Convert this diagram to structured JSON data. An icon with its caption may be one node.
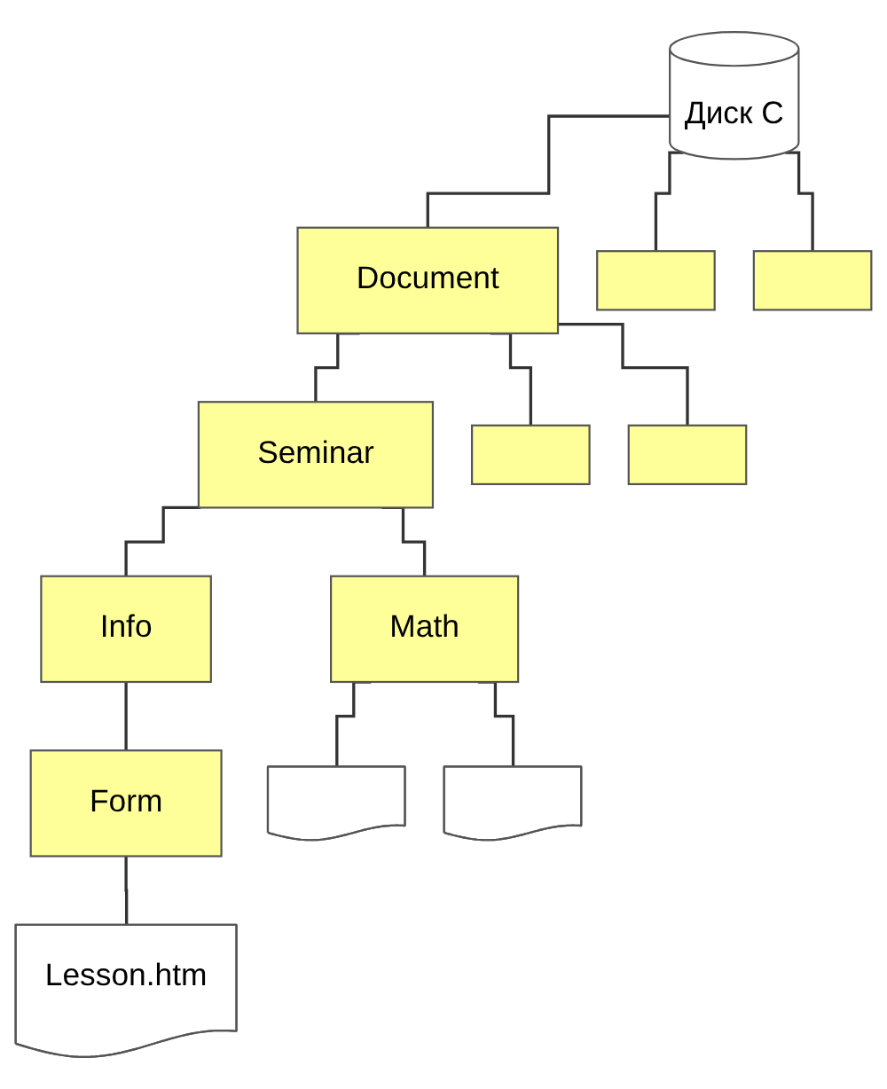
{
  "diagram": {
    "nodes": [
      {
        "text": [
          "Диск С"
        ]
      },
      {
        "text": [
          "Document"
        ]
      },
      {
        "text": [],
        "shape": "folder"
      },
      {
        "text": [],
        "shape": "folder"
      },
      {
        "text": [
          "Seminar"
        ]
      },
      {
        "text": [],
        "shape": "folder"
      },
      {
        "text": [],
        "shape": "folder"
      },
      {
        "text": [
          "Math"
        ]
      },
      {
        "text": [
          "Info"
        ]
      },
      {
        "text": [
          "Form"
        ]
      },
      {
        "text": [],
        "shape": "document"
      },
      {
        "text": [],
        "shape": "document"
      },
      {
        "text": [
          "Lesson.htm"
        ]
      }
    ],
    "edges": [
      {
        "from": 0,
        "to": 1,
        "arrow": "none"
      },
      {
        "from": 0,
        "to": 2,
        "arrow": "none"
      },
      {
        "from": 0,
        "to": 3,
        "arrow": "none"
      },
      {
        "from": 1,
        "to": 4,
        "arrow": "none"
      },
      {
        "from": 1,
        "to": 5,
        "arrow": "none"
      },
      {
        "from": 1,
        "to": 6,
        "arrow": "none"
      },
      {
        "from": 4,
        "to": 7,
        "arrow": "none"
      },
      {
        "from": 4,
        "to": 8,
        "arrow": "none"
      },
      {
        "from": 8,
        "to": 9,
        "arrow": "none"
      },
      {
        "from": 7,
        "to": 10,
        "arrow": "none"
      },
      {
        "from": 7,
        "to": 11,
        "arrow": "none"
      },
      {
        "from": 9,
        "to": 12,
        "arrow": "none"
      }
    ]
  }
}
